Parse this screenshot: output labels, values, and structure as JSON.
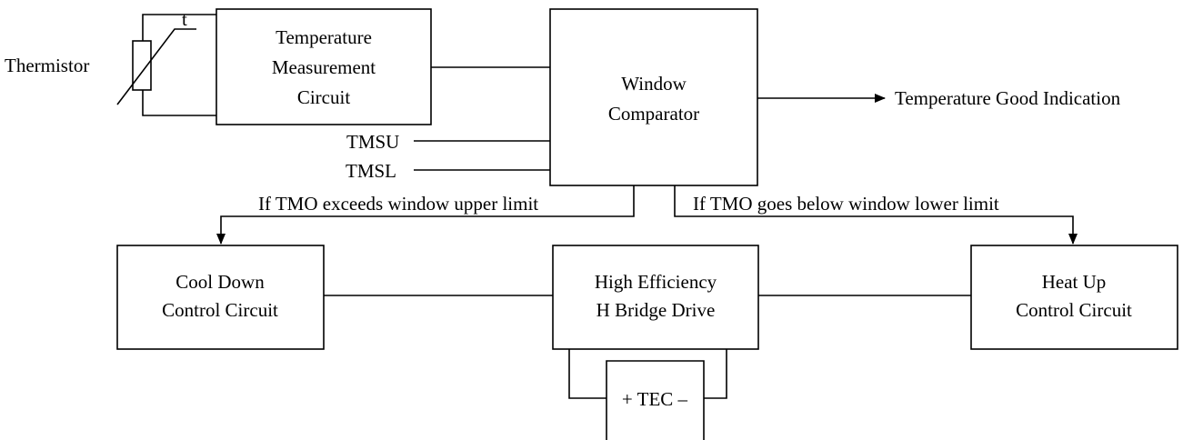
{
  "thermistor": {
    "label": "Thermistor",
    "symbol_label": "t"
  },
  "blocks": {
    "temp_measurement": {
      "lines": [
        "Temperature",
        "Measurement",
        "Circuit"
      ]
    },
    "window_comparator": {
      "lines": [
        "Window",
        "Comparator"
      ]
    },
    "cool_down": {
      "lines": [
        "Cool Down",
        "Control Circuit"
      ]
    },
    "h_bridge": {
      "lines": [
        "High Efficiency",
        "H Bridge Drive"
      ]
    },
    "heat_up": {
      "lines": [
        "Heat Up",
        "Control Circuit"
      ]
    }
  },
  "inputs": {
    "upper": "TMSU",
    "lower": "TMSL"
  },
  "output": {
    "label": "Temperature Good Indication"
  },
  "branches": {
    "upper": "If TMO exceeds window upper limit",
    "lower": "If TMO goes below window lower limit"
  },
  "tec": {
    "label": "+ TEC –"
  }
}
